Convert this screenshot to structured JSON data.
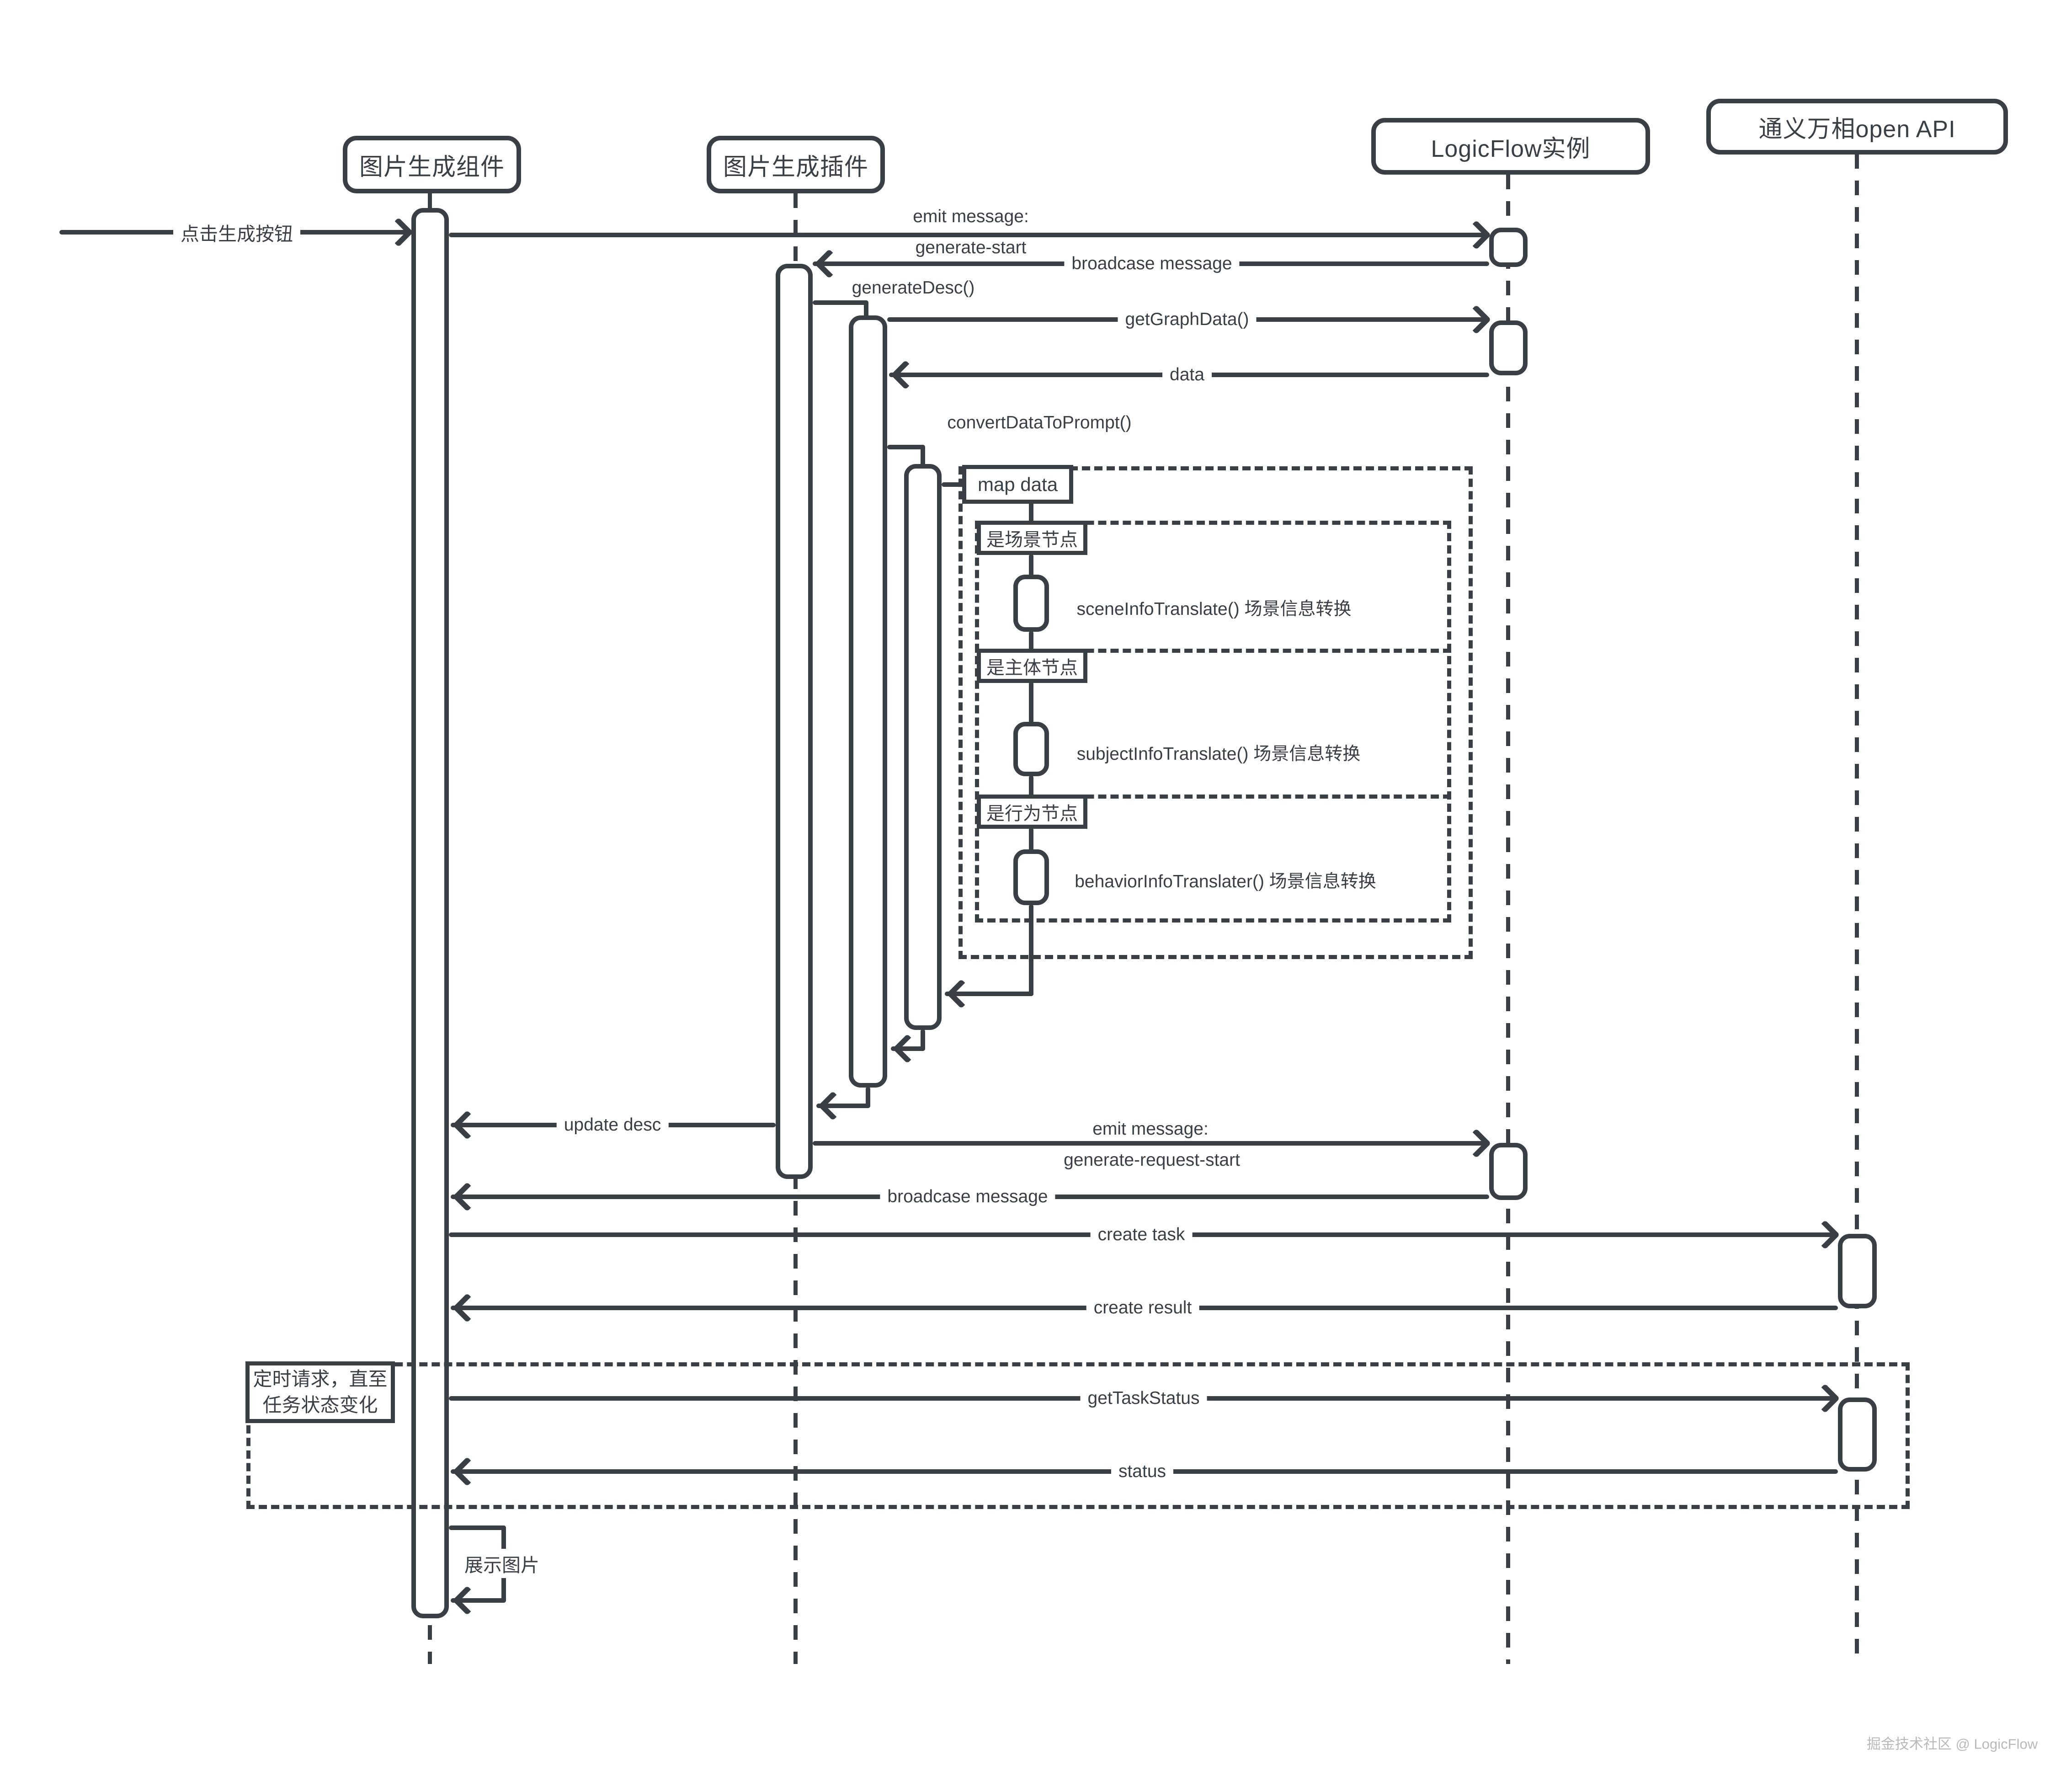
{
  "diagram": {
    "participants": [
      {
        "label": "图片生成组件"
      },
      {
        "label": "图片生成插件"
      },
      {
        "label": "LogicFlow实例"
      },
      {
        "label": "通义万相open API"
      }
    ],
    "messages": {
      "click": "点击生成按钮",
      "emit_start_l1": "emit message:",
      "emit_start_l2": "generate-start",
      "broadcast1": "broadcase message",
      "generate_desc": "generateDesc()",
      "get_graph_data": "getGraphData()",
      "data_return": "data",
      "convert": "convertDataToPrompt()",
      "map_data": "map data",
      "guard_scene": "是场景节点",
      "scene_fn": "sceneInfoTranslate() 场景信息转换",
      "guard_subject": "是主体节点",
      "subject_fn": "subjectInfoTranslate() 场景信息转换",
      "guard_behavior": "是行为节点",
      "behavior_fn": "behaviorInfoTranslater() 场景信息转换",
      "update_desc": "update desc",
      "emit_req_l1": "emit message:",
      "emit_req_l2": "generate-request-start",
      "broadcast2": "broadcase message",
      "create_task": "create task",
      "create_result": "create result",
      "loop_label_l1": "定时请求，直至",
      "loop_label_l2": "任务状态变化",
      "get_task_status": "getTaskStatus",
      "status": "status",
      "show_image": "展示图片"
    },
    "watermark": "掘金技术社区 @ LogicFlow",
    "colors": {
      "ink": "#3a3f45",
      "background": "#ffffff",
      "watermark": "#b9b9b9"
    }
  }
}
